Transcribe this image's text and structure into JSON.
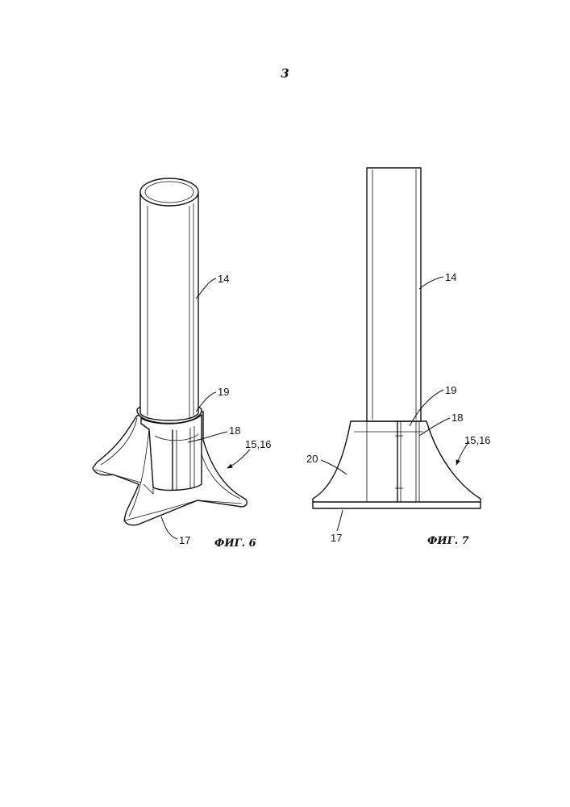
{
  "page_number": "3",
  "figure6": {
    "caption": "ФИГ. 6",
    "labels": {
      "tube": "14",
      "collar": "19",
      "rib": "18",
      "base_assembly": "15,16",
      "foot": "17"
    }
  },
  "figure7": {
    "caption": "ФИГ. 7",
    "labels": {
      "tube": "14",
      "collar": "19",
      "rib": "18",
      "base_assembly": "15,16",
      "flare": "20",
      "foot": "17"
    }
  }
}
